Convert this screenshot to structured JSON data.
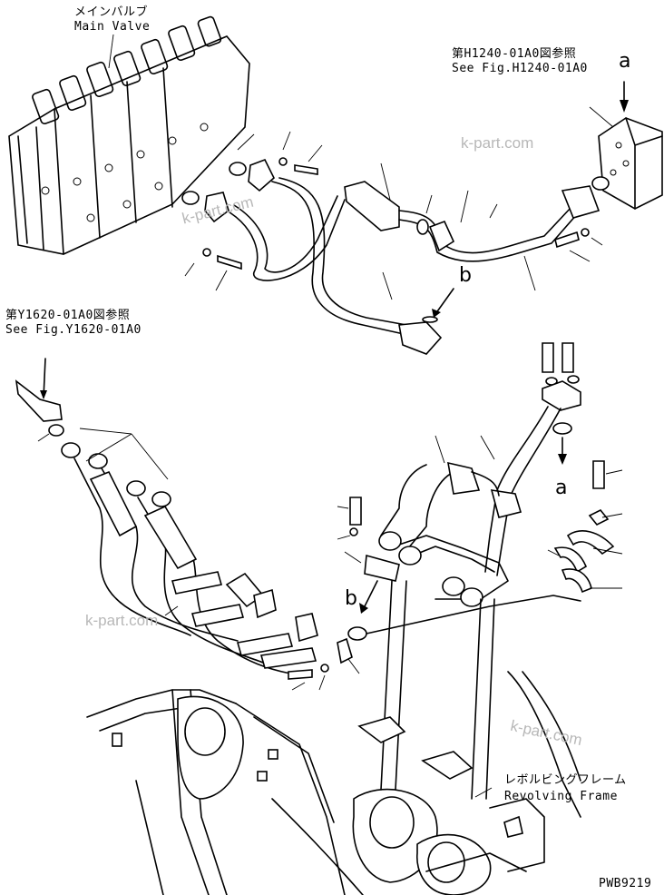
{
  "labels": {
    "main_valve_jp": "メインバルブ",
    "main_valve_en": "Main Valve",
    "ref_h1240_jp": "第H1240-01A0図参照",
    "ref_h1240_en": "See Fig.H1240-01A0",
    "ref_y1620_jp": "第Y1620-01A0図参照",
    "ref_y1620_en": "See Fig.Y1620-01A0",
    "revolving_frame_jp": "レボルビングフレーム",
    "revolving_frame_en": "Revolving Frame",
    "drawing_no": "PWB9219"
  },
  "callouts": {
    "a_top": "a",
    "b_top": "b",
    "a_mid": "a",
    "b_mid": "b"
  },
  "watermarks": [
    "k-part.com",
    "k-part.com",
    "k-part.com",
    "k-part.com"
  ],
  "colors": {
    "line": "#000000",
    "watermark": "#b8b8b8",
    "background": "#ffffff"
  }
}
